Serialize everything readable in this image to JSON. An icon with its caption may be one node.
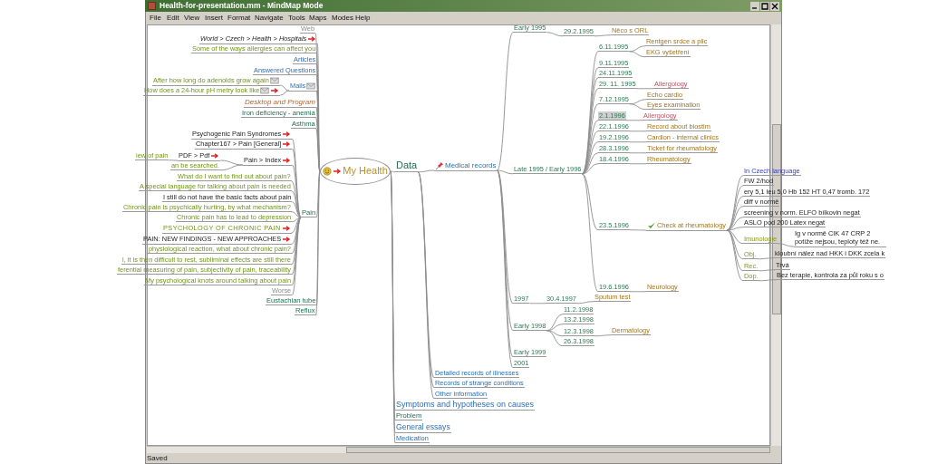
{
  "diagram": {
    "nodes": [
      {
        "text": [
          "My Health"
        ]
      },
      {
        "text": [
          "Web"
        ]
      },
      {
        "text": [
          "World > Czech > Health > Hospitals"
        ]
      },
      {
        "text": [
          "Some of the ways allergies can affect you"
        ]
      },
      {
        "text": [
          "Articles"
        ]
      },
      {
        "text": [
          "Answered Questions"
        ]
      },
      {
        "text": [
          "Mails"
        ]
      },
      {
        "text": [
          "After how long do adenoids grow again"
        ]
      },
      {
        "text": [
          "How does a 24-hour pH metry look like"
        ]
      },
      {
        "text": [
          "Desktop and Program"
        ]
      },
      {
        "text": [
          "Iron deficiency - anemia"
        ]
      },
      {
        "text": [
          "Asthma"
        ]
      },
      {
        "text": [
          "Pain"
        ]
      },
      {
        "text": [
          "Psychogenic Pain Syndromes"
        ]
      },
      {
        "text": [
          "Chapter167 > Pain [General]"
        ]
      },
      {
        "text": [
          "Pain > Index"
        ]
      },
      {
        "text": [
          "iew of pain"
        ]
      },
      {
        "text": [
          "PDF > Pdf"
        ]
      },
      {
        "text": [
          "an be searched."
        ]
      },
      {
        "text": [
          "What do I want to find out about pain?"
        ]
      },
      {
        "text": [
          "A special language for talking about pain is needed"
        ]
      },
      {
        "text": [
          "I still do not have the basic facts about pain"
        ]
      },
      {
        "text": [
          "Chronic pain is psychically hurting, by what mechanism?"
        ]
      },
      {
        "text": [
          "Chronic pain has to lead to depression"
        ]
      },
      {
        "text": [
          "PSYCHOLOGY OF CHRONIC PAIN"
        ]
      },
      {
        "text": [
          "PAIN: NEW FINDINGS - NEW APPROACHES"
        ]
      },
      {
        "text": [
          "physiological reaction, what about chronic pain?"
        ]
      },
      {
        "text": [
          "l, it is then difficult to rest, subliminal effects are still there"
        ]
      },
      {
        "text": [
          "ferential measuring of pain, subjectivity of pain, traceability"
        ]
      },
      {
        "text": [
          "My psychological knots around talking about pain"
        ]
      },
      {
        "text": [
          "Worse"
        ]
      },
      {
        "text": [
          "Eustachian tube"
        ]
      },
      {
        "text": [
          "Reflux"
        ]
      },
      {
        "text": [
          "Data"
        ]
      },
      {
        "text": [
          "Medical records"
        ]
      },
      {
        "text": [
          "Early 1995"
        ]
      },
      {
        "text": [
          "29.2.1995"
        ]
      },
      {
        "text": [
          "Něco s ORL"
        ]
      },
      {
        "text": [
          "Late 1995 / Early 1996"
        ]
      },
      {
        "text": [
          "6.11.1995"
        ]
      },
      {
        "text": [
          "Rentgen srdce a plic"
        ]
      },
      {
        "text": [
          "EKG vyšetření"
        ]
      },
      {
        "text": [
          "9.11.1995"
        ]
      },
      {
        "text": [
          "24.11.1995"
        ]
      },
      {
        "text": [
          "29. 11. 1995"
        ]
      },
      {
        "text": [
          "Allergology"
        ]
      },
      {
        "text": [
          "7.12.1995"
        ]
      },
      {
        "text": [
          "Echo cardio"
        ]
      },
      {
        "text": [
          "Eyes examination"
        ]
      },
      {
        "text": [
          "2.1.1996"
        ]
      },
      {
        "text": [
          "Allergology"
        ]
      },
      {
        "text": [
          "22.1.1996"
        ]
      },
      {
        "text": [
          "Record about biostim"
        ]
      },
      {
        "text": [
          "19.2.1996"
        ]
      },
      {
        "text": [
          "Cardion - internal clinics"
        ]
      },
      {
        "text": [
          "28.3.1996"
        ]
      },
      {
        "text": [
          "Ticket for rheumatology"
        ]
      },
      {
        "text": [
          "18.4.1996"
        ]
      },
      {
        "text": [
          "Rheumatology"
        ]
      },
      {
        "text": [
          "23.5.1996"
        ]
      },
      {
        "text": [
          "Check at rheumatology"
        ]
      },
      {
        "text": [
          "In Czech language"
        ]
      },
      {
        "text": [
          "FW 2/hod"
        ]
      },
      {
        "text": [
          "ery 5,1 leu 5,0 Hb 152 HT 0,47 tromb. 172"
        ]
      },
      {
        "text": [
          "diff v normě"
        ]
      },
      {
        "text": [
          "screening v norm. ELFO bílkovin negat"
        ]
      },
      {
        "text": [
          "ASLO pod 200 Latex negat"
        ]
      },
      {
        "text": [
          "Imunologie"
        ]
      },
      {
        "text": [
          "Ig v normě CIK 47 CRP 2 potíže nejsou, teploty též ne."
        ]
      },
      {
        "text": [
          "Obj."
        ]
      },
      {
        "text": [
          "kloubní nález nad HKK i DKK zcela k"
        ]
      },
      {
        "text": [
          "Rec."
        ]
      },
      {
        "text": [
          "Trvá"
        ]
      },
      {
        "text": [
          "Dop."
        ]
      },
      {
        "text": [
          "Bez terapie, kontrola za půl roku s o"
        ]
      },
      {
        "text": [
          "19.6.1996"
        ]
      },
      {
        "text": [
          "Neurology"
        ]
      },
      {
        "text": [
          "1997"
        ]
      },
      {
        "text": [
          "30.4.1997"
        ]
      },
      {
        "text": [
          "Sputum test"
        ]
      },
      {
        "text": [
          "Early 1998"
        ]
      },
      {
        "text": [
          "11.2.1998"
        ]
      },
      {
        "text": [
          "13.2.1998"
        ]
      },
      {
        "text": [
          "12.3.1998"
        ]
      },
      {
        "text": [
          "Dermatology"
        ]
      },
      {
        "text": [
          "26.3.1998"
        ]
      },
      {
        "text": [
          "Early 1999"
        ]
      },
      {
        "text": [
          "2001"
        ]
      },
      {
        "text": [
          "Detailed records of illnesses"
        ]
      },
      {
        "text": [
          "Records of strange conditions"
        ]
      },
      {
        "text": [
          "Other information"
        ]
      },
      {
        "text": [
          "Symptoms and hypotheses on causes"
        ]
      },
      {
        "text": [
          "Problem"
        ]
      },
      {
        "text": [
          "General essays"
        ]
      },
      {
        "text": [
          "Medication"
        ]
      }
    ],
    "edges": [
      {
        "from": 0,
        "to": 1,
        "arrow": "none"
      },
      {
        "from": 0,
        "to": 2,
        "arrow": "none"
      },
      {
        "from": 0,
        "to": 3,
        "arrow": "none"
      },
      {
        "from": 0,
        "to": 4,
        "arrow": "none"
      },
      {
        "from": 0,
        "to": 5,
        "arrow": "none"
      },
      {
        "from": 0,
        "to": 6,
        "arrow": "none"
      },
      {
        "from": 6,
        "to": 7,
        "arrow": "none"
      },
      {
        "from": 6,
        "to": 8,
        "arrow": "none"
      },
      {
        "from": 0,
        "to": 9,
        "arrow": "none"
      },
      {
        "from": 0,
        "to": 10,
        "arrow": "none"
      },
      {
        "from": 0,
        "to": 11,
        "arrow": "none"
      },
      {
        "from": 0,
        "to": 12,
        "arrow": "none"
      },
      {
        "from": 12,
        "to": 13,
        "arrow": "none"
      },
      {
        "from": 12,
        "to": 14,
        "arrow": "none"
      },
      {
        "from": 12,
        "to": 15,
        "arrow": "none"
      },
      {
        "from": 17,
        "to": 16,
        "arrow": "none"
      },
      {
        "from": 15,
        "to": 17,
        "arrow": "none"
      },
      {
        "from": 15,
        "to": 18,
        "arrow": "none"
      },
      {
        "from": 12,
        "to": 19,
        "arrow": "none"
      },
      {
        "from": 12,
        "to": 20,
        "arrow": "none"
      },
      {
        "from": 12,
        "to": 21,
        "arrow": "none"
      },
      {
        "from": 12,
        "to": 22,
        "arrow": "none"
      },
      {
        "from": 12,
        "to": 23,
        "arrow": "none"
      },
      {
        "from": 12,
        "to": 24,
        "arrow": "none"
      },
      {
        "from": 12,
        "to": 25,
        "arrow": "none"
      },
      {
        "from": 12,
        "to": 26,
        "arrow": "none"
      },
      {
        "from": 12,
        "to": 27,
        "arrow": "none"
      },
      {
        "from": 12,
        "to": 28,
        "arrow": "none"
      },
      {
        "from": 12,
        "to": 29,
        "arrow": "none"
      },
      {
        "from": 12,
        "to": 30,
        "arrow": "none"
      },
      {
        "from": 0,
        "to": 31,
        "arrow": "none"
      },
      {
        "from": 0,
        "to": 32,
        "arrow": "none"
      },
      {
        "from": 0,
        "to": 33,
        "arrow": "none"
      },
      {
        "from": 33,
        "to": 34,
        "arrow": "none"
      },
      {
        "from": 34,
        "to": 35,
        "arrow": "none"
      },
      {
        "from": 35,
        "to": 36,
        "arrow": "none"
      },
      {
        "from": 36,
        "to": 37,
        "arrow": "none"
      },
      {
        "from": 34,
        "to": 38,
        "arrow": "none"
      },
      {
        "from": 38,
        "to": 39,
        "arrow": "none"
      },
      {
        "from": 39,
        "to": 40,
        "arrow": "none"
      },
      {
        "from": 39,
        "to": 41,
        "arrow": "none"
      },
      {
        "from": 38,
        "to": 42,
        "arrow": "none"
      },
      {
        "from": 38,
        "to": 43,
        "arrow": "none"
      },
      {
        "from": 38,
        "to": 44,
        "arrow": "none"
      },
      {
        "from": 44,
        "to": 45,
        "arrow": "none"
      },
      {
        "from": 38,
        "to": 46,
        "arrow": "none"
      },
      {
        "from": 46,
        "to": 47,
        "arrow": "none"
      },
      {
        "from": 46,
        "to": 48,
        "arrow": "none"
      },
      {
        "from": 38,
        "to": 49,
        "arrow": "none"
      },
      {
        "from": 49,
        "to": 50,
        "arrow": "none"
      },
      {
        "from": 38,
        "to": 51,
        "arrow": "none"
      },
      {
        "from": 51,
        "to": 52,
        "arrow": "none"
      },
      {
        "from": 38,
        "to": 53,
        "arrow": "none"
      },
      {
        "from": 53,
        "to": 54,
        "arrow": "none"
      },
      {
        "from": 38,
        "to": 55,
        "arrow": "none"
      },
      {
        "from": 55,
        "to": 56,
        "arrow": "none"
      },
      {
        "from": 38,
        "to": 57,
        "arrow": "none"
      },
      {
        "from": 57,
        "to": 58,
        "arrow": "none"
      },
      {
        "from": 38,
        "to": 59,
        "arrow": "none"
      },
      {
        "from": 59,
        "to": 60,
        "arrow": "none"
      },
      {
        "from": 60,
        "to": 61,
        "arrow": "none"
      },
      {
        "from": 60,
        "to": 62,
        "arrow": "none"
      },
      {
        "from": 60,
        "to": 63,
        "arrow": "none"
      },
      {
        "from": 60,
        "to": 64,
        "arrow": "none"
      },
      {
        "from": 60,
        "to": 65,
        "arrow": "none"
      },
      {
        "from": 60,
        "to": 66,
        "arrow": "none"
      },
      {
        "from": 60,
        "to": 67,
        "arrow": "none"
      },
      {
        "from": 67,
        "to": 68,
        "arrow": "none"
      },
      {
        "from": 60,
        "to": 69,
        "arrow": "none"
      },
      {
        "from": 69,
        "to": 70,
        "arrow": "none"
      },
      {
        "from": 60,
        "to": 71,
        "arrow": "none"
      },
      {
        "from": 71,
        "to": 72,
        "arrow": "none"
      },
      {
        "from": 60,
        "to": 73,
        "arrow": "none"
      },
      {
        "from": 73,
        "to": 74,
        "arrow": "none"
      },
      {
        "from": 38,
        "to": 75,
        "arrow": "none"
      },
      {
        "from": 75,
        "to": 76,
        "arrow": "none"
      },
      {
        "from": 34,
        "to": 77,
        "arrow": "none"
      },
      {
        "from": 77,
        "to": 78,
        "arrow": "none"
      },
      {
        "from": 78,
        "to": 79,
        "arrow": "none"
      },
      {
        "from": 34,
        "to": 80,
        "arrow": "none"
      },
      {
        "from": 80,
        "to": 81,
        "arrow": "none"
      },
      {
        "from": 80,
        "to": 82,
        "arrow": "none"
      },
      {
        "from": 80,
        "to": 83,
        "arrow": "none"
      },
      {
        "from": 83,
        "to": 84,
        "arrow": "none"
      },
      {
        "from": 80,
        "to": 85,
        "arrow": "none"
      },
      {
        "from": 34,
        "to": 86,
        "arrow": "none"
      },
      {
        "from": 34,
        "to": 87,
        "arrow": "none"
      },
      {
        "from": 33,
        "to": 88,
        "arrow": "none"
      },
      {
        "from": 33,
        "to": 89,
        "arrow": "none"
      },
      {
        "from": 33,
        "to": 90,
        "arrow": "none"
      },
      {
        "from": 0,
        "to": 91,
        "arrow": "none"
      },
      {
        "from": 0,
        "to": 92,
        "arrow": "none"
      },
      {
        "from": 0,
        "to": 93,
        "arrow": "none"
      },
      {
        "from": 0,
        "to": 94,
        "arrow": "none"
      }
    ],
    "labels": [
      "Health-for-presentation.mm - MindMap Mode",
      "File",
      "Edit",
      "View",
      "Insert",
      "Format",
      "Navigate",
      "Tools",
      "Maps",
      "Modes",
      "Help",
      "Saved"
    ]
  }
}
